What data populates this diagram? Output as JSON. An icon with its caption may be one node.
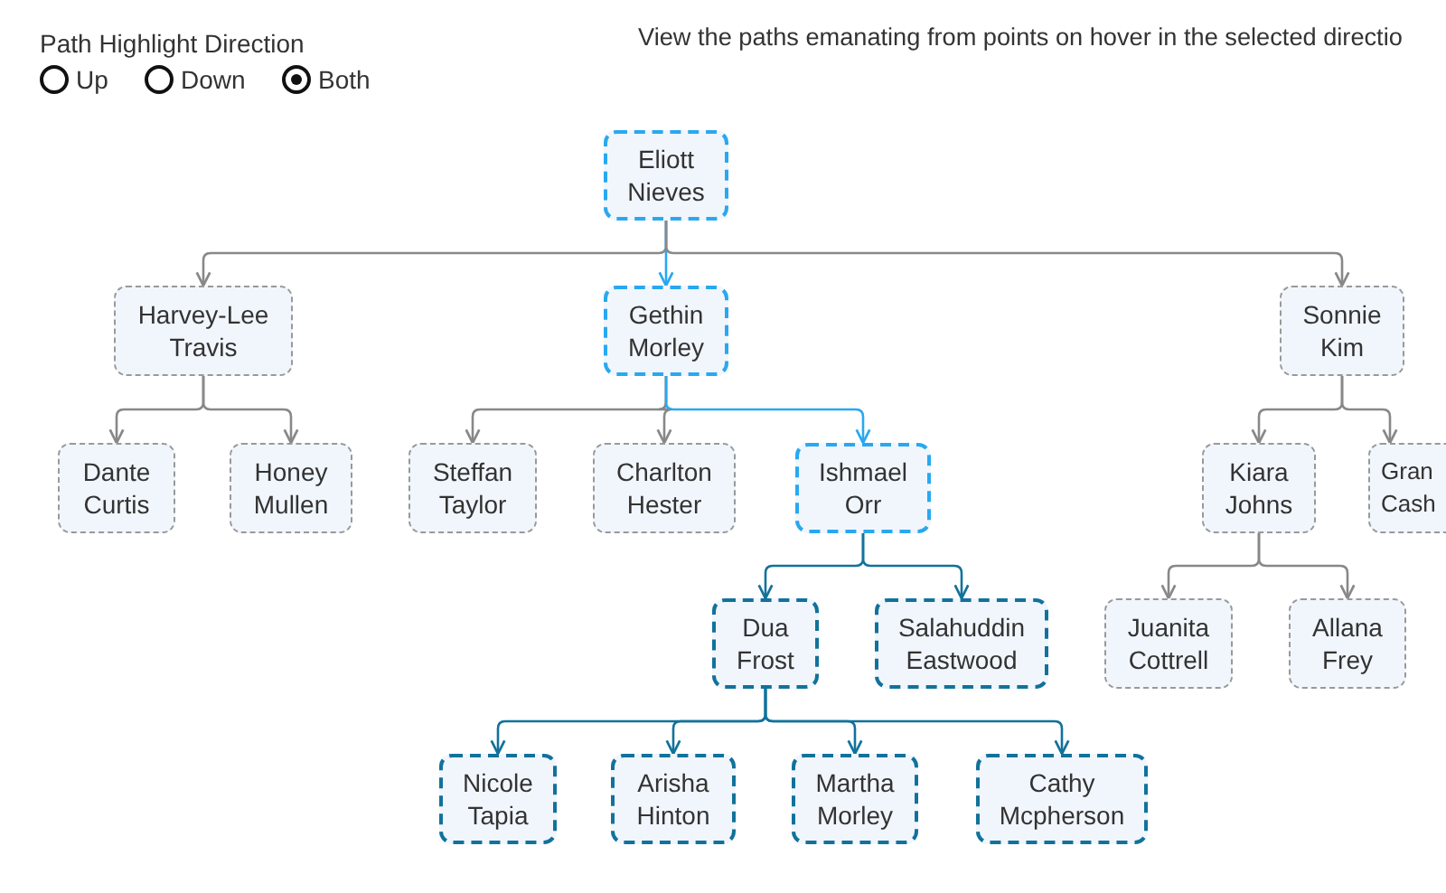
{
  "diagram": {
    "nodes": [
      {
        "text": [
          "Eliott Nieves"
        ]
      },
      {
        "text": [
          "Harvey-Lee Travis"
        ]
      },
      {
        "text": [
          "Gethin Morley"
        ]
      },
      {
        "text": [
          "Sonnie Kim"
        ]
      },
      {
        "text": [
          "Dante Curtis"
        ]
      },
      {
        "text": [
          "Honey Mullen"
        ]
      },
      {
        "text": [
          "Steffan Taylor"
        ]
      },
      {
        "text": [
          "Charlton Hester"
        ]
      },
      {
        "text": [
          "Ishmael Orr"
        ]
      },
      {
        "text": [
          "Kiara Johns"
        ]
      },
      {
        "text": [
          "Gran Cash"
        ]
      },
      {
        "text": [
          "Dua Frost"
        ]
      },
      {
        "text": [
          "Salahuddin Eastwood"
        ]
      },
      {
        "text": [
          "Juanita Cottrell"
        ]
      },
      {
        "text": [
          "Allana Frey"
        ]
      },
      {
        "text": [
          "Nicole Tapia"
        ]
      },
      {
        "text": [
          "Arisha Hinton"
        ]
      },
      {
        "text": [
          "Martha Morley"
        ]
      },
      {
        "text": [
          "Cathy Mcpherson"
        ]
      }
    ],
    "edges": [
      {
        "from": 0,
        "to": 1,
        "arrow": "to"
      },
      {
        "from": 0,
        "to": 2,
        "arrow": "to",
        "color": "#29a8f0"
      },
      {
        "from": 0,
        "to": 3,
        "arrow": "to"
      },
      {
        "from": 1,
        "to": 4,
        "arrow": "to"
      },
      {
        "from": 1,
        "to": 5,
        "arrow": "to"
      },
      {
        "from": 2,
        "to": 6,
        "arrow": "to"
      },
      {
        "from": 2,
        "to": 7,
        "arrow": "to"
      },
      {
        "from": 2,
        "to": 8,
        "arrow": "to",
        "color": "#29a8f0"
      },
      {
        "from": 3,
        "to": 9,
        "arrow": "to"
      },
      {
        "from": 3,
        "to": 10,
        "arrow": "to"
      },
      {
        "from": 8,
        "to": 11,
        "arrow": "to",
        "color": "#11729b"
      },
      {
        "from": 8,
        "to": 12,
        "arrow": "to",
        "color": "#11729b"
      },
      {
        "from": 9,
        "to": 13,
        "arrow": "to"
      },
      {
        "from": 9,
        "to": 14,
        "arrow": "to"
      },
      {
        "from": 11,
        "to": 15,
        "arrow": "to",
        "color": "#11729b"
      },
      {
        "from": 11,
        "to": 16,
        "arrow": "to",
        "color": "#11729b"
      },
      {
        "from": 11,
        "to": 17,
        "arrow": "to",
        "color": "#11729b"
      },
      {
        "from": 11,
        "to": 18,
        "arrow": "to",
        "color": "#11729b"
      }
    ],
    "labels": [
      "Path Highlight Direction",
      "Up",
      "Down",
      "Both",
      "View the paths emanating from points on hover in the selected directio"
    ]
  }
}
